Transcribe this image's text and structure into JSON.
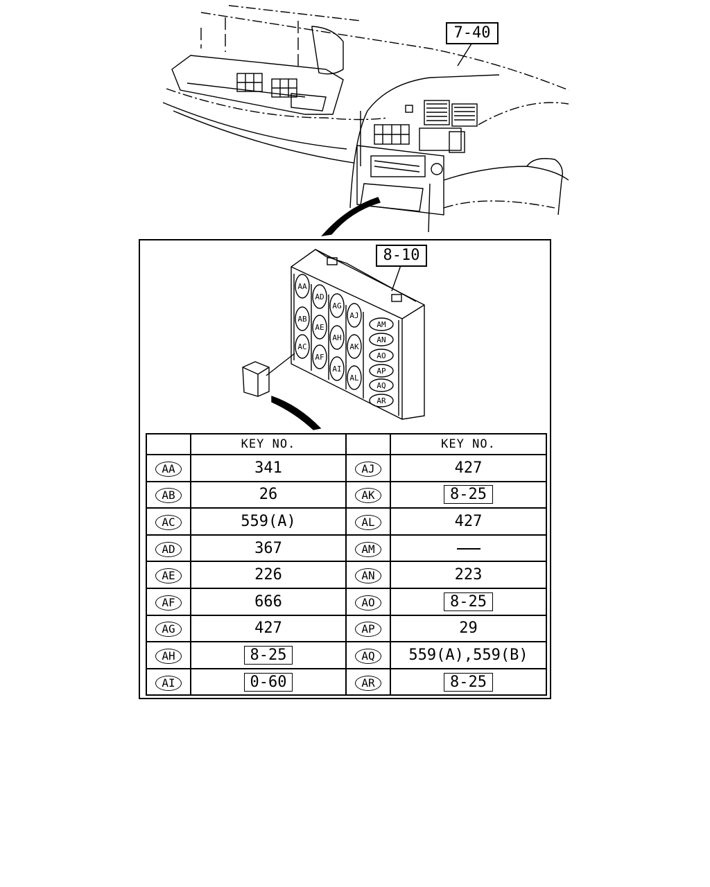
{
  "diagram": {
    "dashboard_ref": "7-40",
    "fuse_block_ref": "8-10"
  },
  "key_table": {
    "header": "KEY NO.",
    "rows": [
      {
        "left_code": "AA",
        "left_value": "341",
        "left_boxed": false,
        "right_code": "AJ",
        "right_value": "427",
        "right_boxed": false
      },
      {
        "left_code": "AB",
        "left_value": "26",
        "left_boxed": false,
        "right_code": "AK",
        "right_value": "8-25",
        "right_boxed": true
      },
      {
        "left_code": "AC",
        "left_value": "559(A)",
        "left_boxed": false,
        "right_code": "AL",
        "right_value": "427",
        "right_boxed": false
      },
      {
        "left_code": "AD",
        "left_value": "367",
        "left_boxed": false,
        "right_code": "AM",
        "right_value": "—",
        "right_boxed": false
      },
      {
        "left_code": "AE",
        "left_value": "226",
        "left_boxed": false,
        "right_code": "AN",
        "right_value": "223",
        "right_boxed": false
      },
      {
        "left_code": "AF",
        "left_value": "666",
        "left_boxed": false,
        "right_code": "AO",
        "right_value": "8-25",
        "right_boxed": true
      },
      {
        "left_code": "AG",
        "left_value": "427",
        "left_boxed": false,
        "right_code": "AP",
        "right_value": "29",
        "right_boxed": false
      },
      {
        "left_code": "AH",
        "left_value": "8-25",
        "left_boxed": true,
        "right_code": "AQ",
        "right_value": "559(A),559(B)",
        "right_boxed": false
      },
      {
        "left_code": "AI",
        "left_value": "0-60",
        "left_boxed": true,
        "right_code": "AR",
        "right_value": "8-25",
        "right_boxed": true
      }
    ]
  }
}
